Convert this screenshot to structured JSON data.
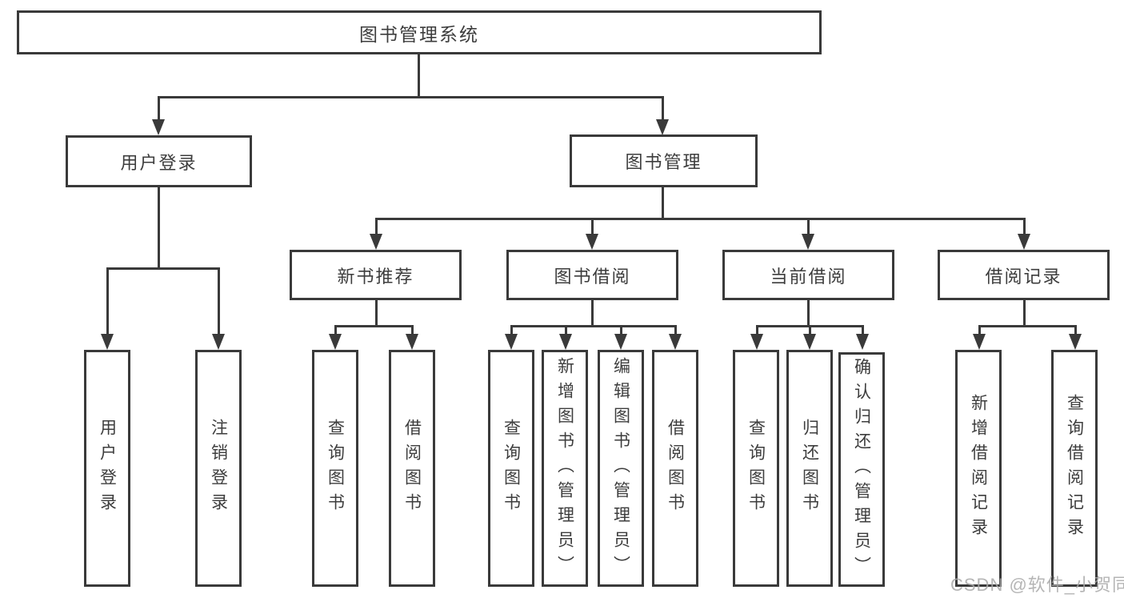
{
  "tree": {
    "label": "图书管理系统",
    "children": [
      {
        "label": "用户登录",
        "children": [
          {
            "label": "用户登录"
          },
          {
            "label": "注销登录"
          }
        ]
      },
      {
        "label": "图书管理",
        "children": [
          {
            "label": "新书推荐",
            "children": [
              {
                "label": "查询图书"
              },
              {
                "label": "借阅图书"
              }
            ]
          },
          {
            "label": "图书借阅",
            "children": [
              {
                "label": "查询图书"
              },
              {
                "label": "新增图书（管理员）"
              },
              {
                "label": "编辑图书（管理员）"
              },
              {
                "label": "借阅图书"
              }
            ]
          },
          {
            "label": "当前借阅",
            "children": [
              {
                "label": "查询图书"
              },
              {
                "label": "归还图书"
              },
              {
                "label": "确认归还（管理员）"
              }
            ]
          },
          {
            "label": "借阅记录",
            "children": [
              {
                "label": "新增借阅记录"
              },
              {
                "label": "查询借阅记录"
              }
            ]
          }
        ]
      }
    ]
  },
  "watermark": {
    "text": "CSDN @软件_小贺同学"
  },
  "colors": {
    "line": "#3a3a3a",
    "text": "#3d3d3d",
    "watermark": "#a9a9a9",
    "background": "#ffffff"
  }
}
